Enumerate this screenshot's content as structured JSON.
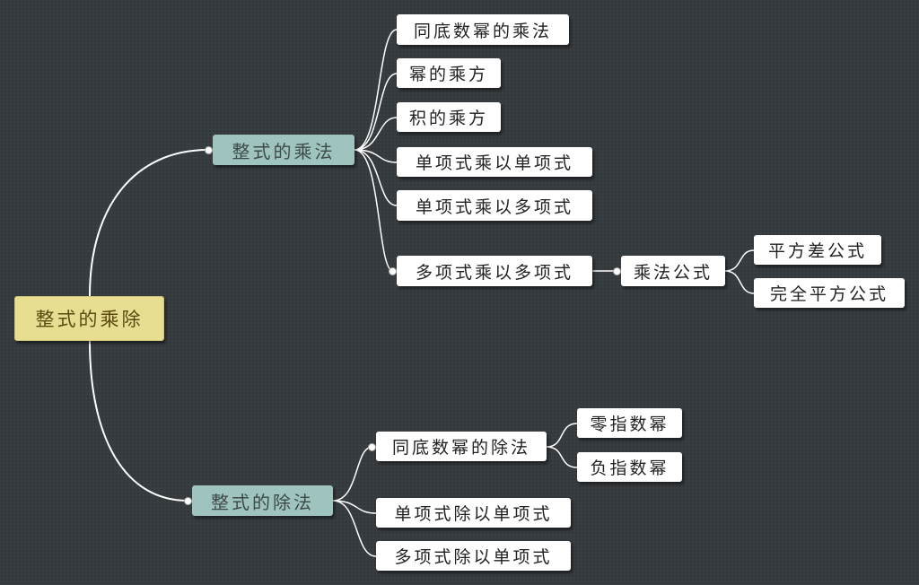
{
  "root": {
    "label": "整式的乘除"
  },
  "multiplication": {
    "label": "整式的乘法",
    "children": [
      "同底数幂的乘法",
      "幂的乘方",
      "积的乘方",
      "单项式乘以单项式",
      "单项式乘以多项式",
      "多项式乘以多项式"
    ],
    "formula": {
      "label": "乘法公式",
      "children": [
        "平方差公式",
        "完全平方公式"
      ]
    }
  },
  "division": {
    "label": "整式的除法",
    "children": [
      "同底数幂的除法",
      "单项式除以单项式",
      "多项式除以单项式"
    ],
    "exponent_children": [
      "零指数幂",
      "负指数幂"
    ]
  },
  "colors": {
    "background": "#383d41",
    "root": "#e8de92",
    "main": "#9fc4bf",
    "leaf": "#ffffff"
  }
}
